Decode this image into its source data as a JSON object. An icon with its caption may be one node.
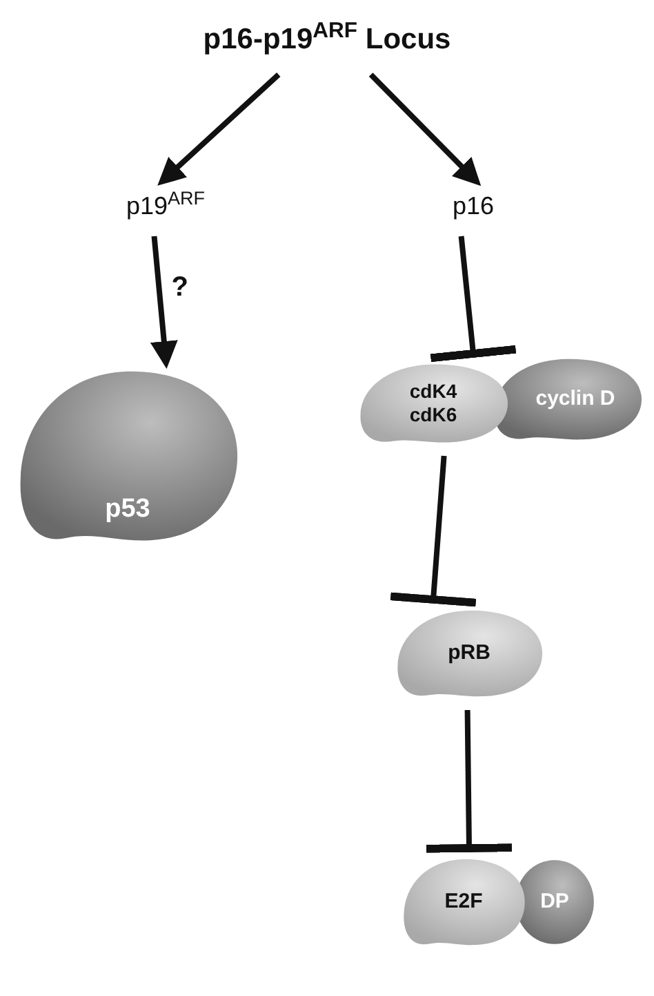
{
  "diagram": {
    "nodes": [
      {
        "text": [
          "p16-p19$^{ARF}$ Locus"
        ]
      },
      {
        "text": [
          "p19$^{ARF}$"
        ]
      },
      {
        "text": [
          "p16"
        ]
      },
      {
        "text": [
          "p53"
        ]
      },
      {
        "text": [
          "cdK4 cdK6"
        ]
      },
      {
        "text": [
          "cyclin D"
        ]
      },
      {
        "text": [
          "pRB"
        ]
      },
      {
        "text": [
          "E2F"
        ]
      },
      {
        "text": [
          "DP"
        ]
      }
    ],
    "edges": [
      {
        "from": 0,
        "to": 1,
        "arrow": "to"
      },
      {
        "from": 0,
        "to": 2,
        "arrow": "to"
      },
      {
        "from": 1,
        "to": 3,
        "arrow": "to",
        "label": "?"
      },
      {
        "from": 2,
        "to": 4,
        "arrow": "other"
      },
      {
        "from": 4,
        "to": 6,
        "arrow": "other"
      },
      {
        "from": 6,
        "to": 7,
        "arrow": "other"
      }
    ]
  }
}
